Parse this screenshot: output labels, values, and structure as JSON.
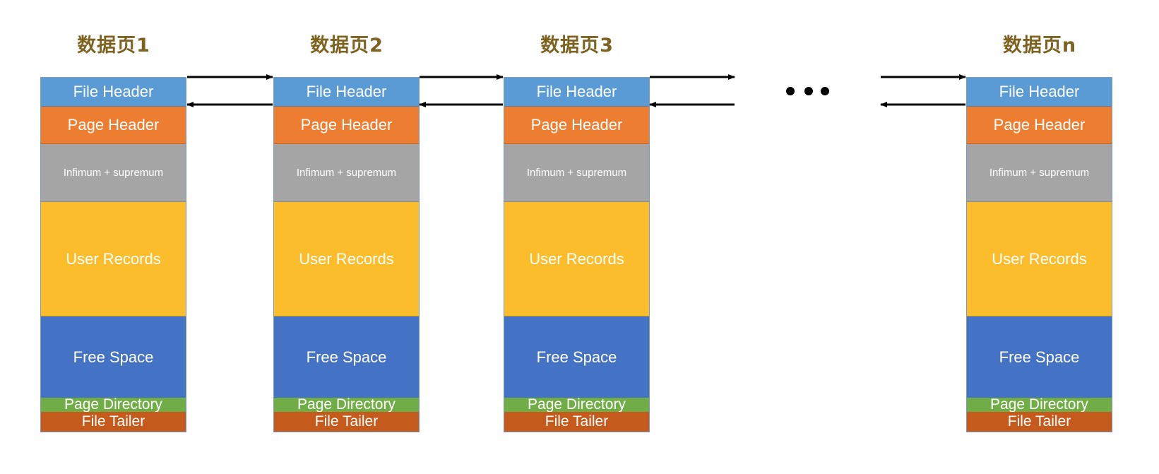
{
  "diagram": {
    "pages": [
      {
        "title": "数据页1"
      },
      {
        "title": "数据页2"
      },
      {
        "title": "数据页3"
      },
      {
        "title": "数据页n"
      }
    ],
    "segments": {
      "file_header": "File Header",
      "page_header": "Page Header",
      "infimum_supremum": "Infimum + supremum",
      "user_records": "User Records",
      "free_space": "Free Space",
      "page_directory": "Page Directory",
      "file_trailer": "File Tailer"
    },
    "ellipsis": "• • •",
    "colors": {
      "file_header": "#5b9bd5",
      "page_header": "#ed7d31",
      "infimum_supremum": "#a5a5a5",
      "user_records": "#fbbd2c",
      "free_space": "#4472c4",
      "page_directory": "#70ad47",
      "file_trailer": "#c55a1d",
      "title_text": "#7d6220"
    },
    "links": "doubly-linked list: next pointer (→) and prev pointer (←) between adjacent pages"
  }
}
